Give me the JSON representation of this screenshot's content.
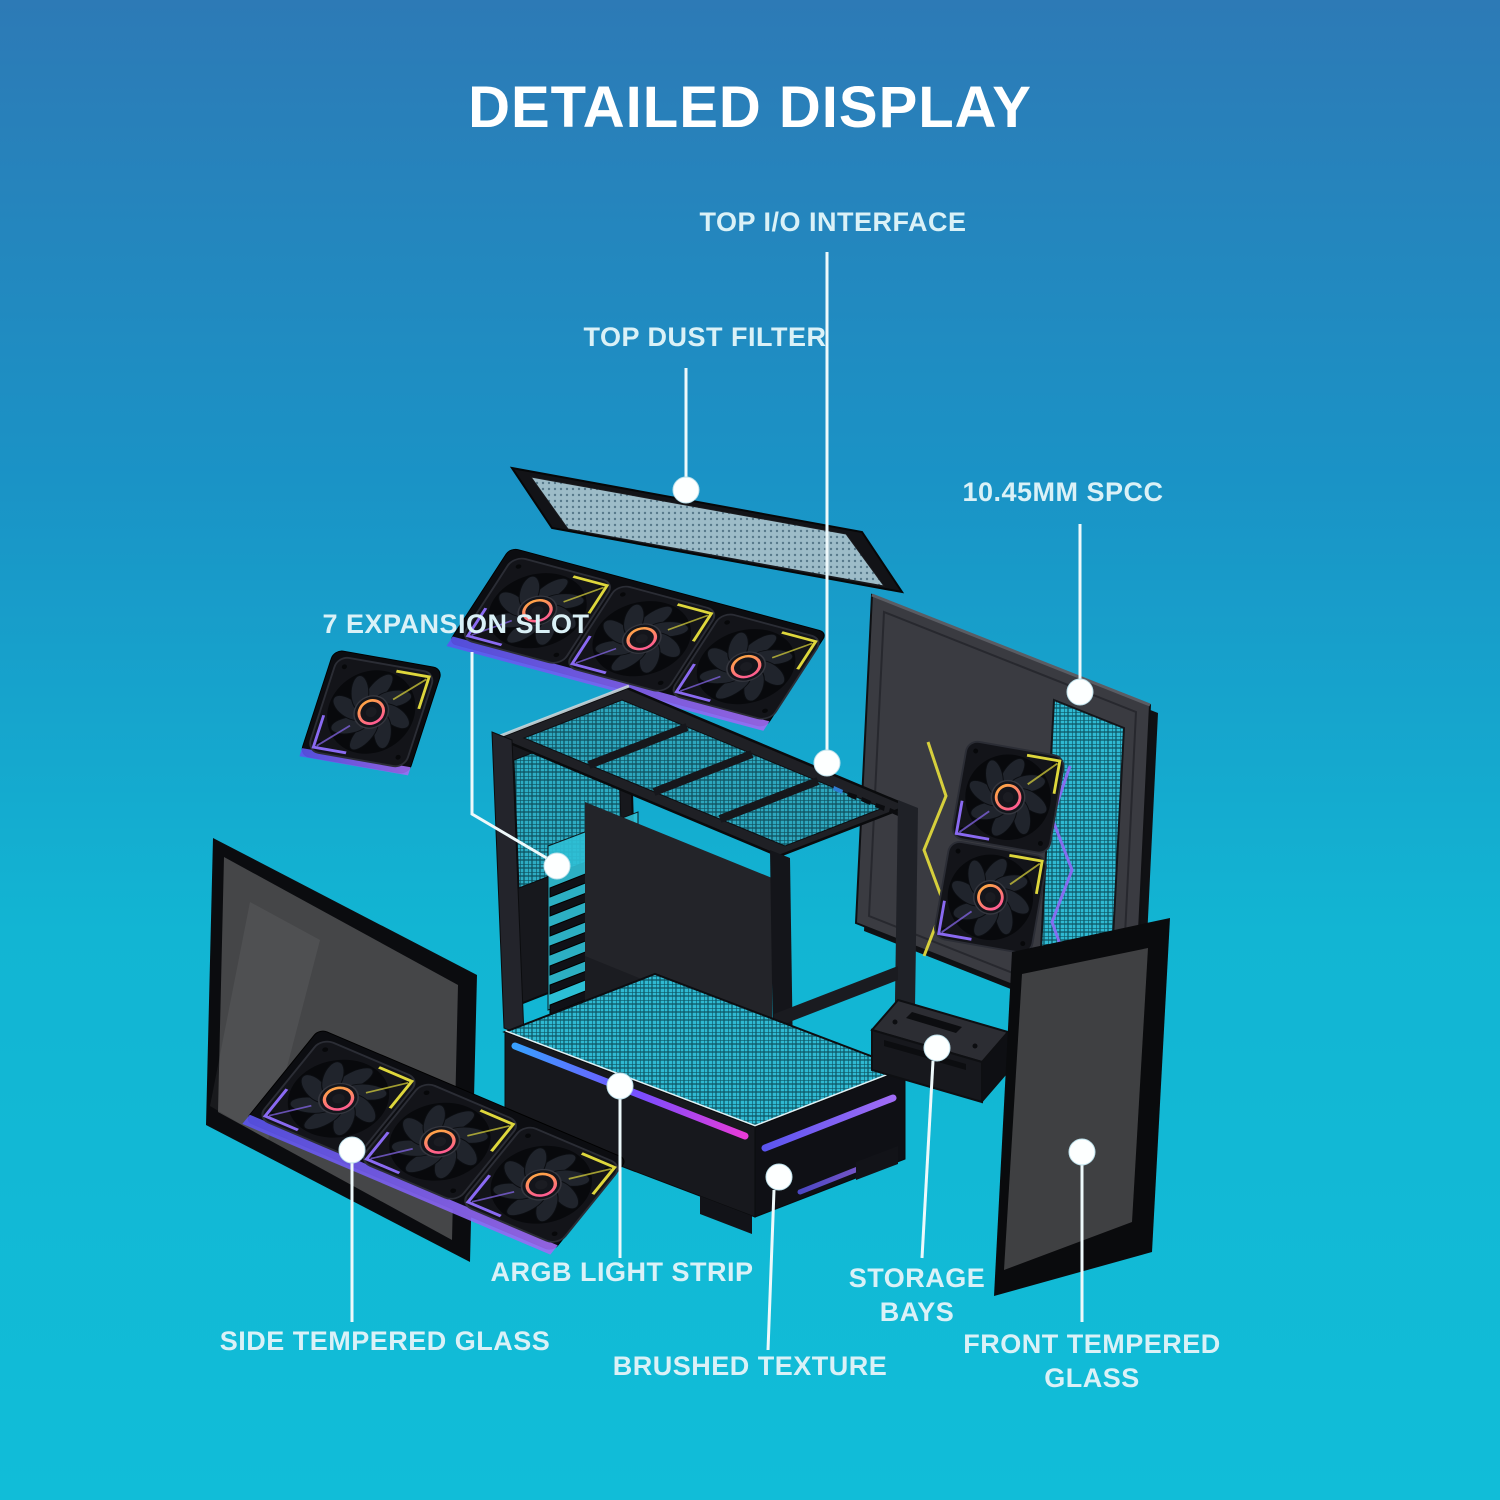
{
  "title": "DETAILED DISPLAY",
  "callouts": [
    {
      "id": "top-io-interface",
      "label": "TOP I/O INTERFACE"
    },
    {
      "id": "top-dust-filter",
      "label": "TOP DUST FILTER"
    },
    {
      "id": "spcc",
      "label": "10.45MM SPCC"
    },
    {
      "id": "expansion-slot",
      "label": "7 EXPANSION SLOT"
    },
    {
      "id": "side-tempered-glass",
      "label": "SIDE TEMPERED GLASS"
    },
    {
      "id": "argb-light-strip",
      "label": "ARGB LIGHT STRIP"
    },
    {
      "id": "brushed-texture",
      "label": "BRUSHED TEXTURE"
    },
    {
      "id": "storage-bays",
      "label": "STORAGE BAYS"
    },
    {
      "id": "front-tempered-glass",
      "label": "FRONT TEMPERED GLASS"
    }
  ],
  "colors": {
    "background_top": "#2d7ab6",
    "background_bottom": "#11bdd8",
    "title": "#ffffff",
    "label": "#daf1f7",
    "leader_line": "#eef9fb",
    "case_black": "#17181d",
    "mesh_teal": "#2fb9d2",
    "accent_yellow": "#ded73c",
    "accent_purple": "#8a6af2",
    "argb_strip_blue": "#38a0ff",
    "argb_strip_magenta": "#e93bd8"
  }
}
